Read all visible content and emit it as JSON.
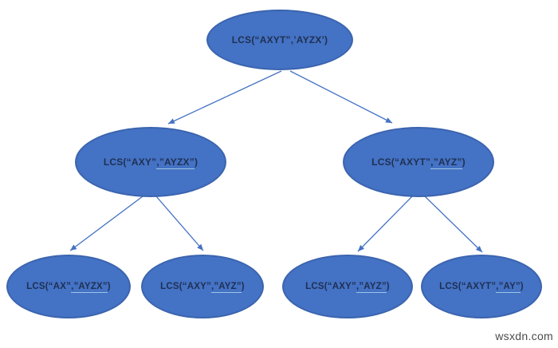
{
  "diagram": {
    "type": "tree",
    "nodes": [
      {
        "id": "root",
        "before": "LCS(“AXYT”,’AYZX’)",
        "link": "",
        "after": ""
      },
      {
        "id": "l2-left",
        "before": "LCS(“AXY”",
        "link": ",”AYZX”",
        "after": ")"
      },
      {
        "id": "l2-right",
        "before": "LCS(“AXYT”",
        "link": ",”AYZ”",
        "after": ")"
      },
      {
        "id": "l3-1",
        "before": "LCS(“AX”",
        "link": ",”AYZX”",
        "after": ")"
      },
      {
        "id": "l3-2",
        "before": "LCS(“AXY”",
        "link": ",”AYZ”",
        "after": ")"
      },
      {
        "id": "l3-3",
        "before": "LCS(“AXY”",
        "link": ",”AYZ”",
        "after": ")"
      },
      {
        "id": "l3-4",
        "before": "LCS(“AXYT”",
        "link": ",”AY”",
        "after": ")"
      }
    ],
    "edges": [
      {
        "from": "root",
        "to": "l2-left"
      },
      {
        "from": "root",
        "to": "l2-right"
      },
      {
        "from": "l2-left",
        "to": "l3-1"
      },
      {
        "from": "l2-left",
        "to": "l3-2"
      },
      {
        "from": "l2-right",
        "to": "l3-3"
      },
      {
        "from": "l2-right",
        "to": "l3-4"
      }
    ]
  },
  "watermark": {
    "text": "wsxdn.com"
  },
  "colors": {
    "node_fill": "#4472C4",
    "node_border": "#3B64AE",
    "node_text": "#1F3052",
    "underline": "#9DC3E6",
    "arrow": "#4472C4",
    "watermark_text": "#4A4A4A",
    "background": "#FFFFFF"
  }
}
